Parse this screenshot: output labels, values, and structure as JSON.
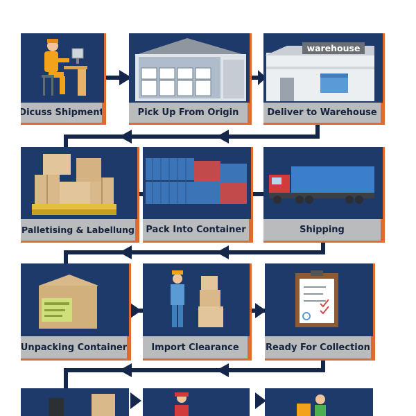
{
  "steps": [
    {
      "label": "Dicuss Shipment"
    },
    {
      "label": "Pick Up From Origin"
    },
    {
      "label": "Deliver to Warehouse"
    },
    {
      "label": "Palletising & Labellung"
    },
    {
      "label": "Pack Into Container"
    },
    {
      "label": "Shipping"
    },
    {
      "label": "Unpacking Container"
    },
    {
      "label": "Import Clearance"
    },
    {
      "label": "Ready For Collection"
    }
  ],
  "warehouse_sign": "warehouse",
  "colors": {
    "panel": "#1e3a6b",
    "caption": "#b9bbbd",
    "accent": "#e06b30",
    "connector": "#14264a"
  },
  "icons": [
    "office-worker-icon",
    "warehouse-interior-icon",
    "warehouse-building-icon",
    "pallet-boxes-icon",
    "shipping-containers-icon",
    "truck-icon",
    "cardboard-box-icon",
    "customs-worker-icon",
    "clipboard-checklist-icon"
  ]
}
